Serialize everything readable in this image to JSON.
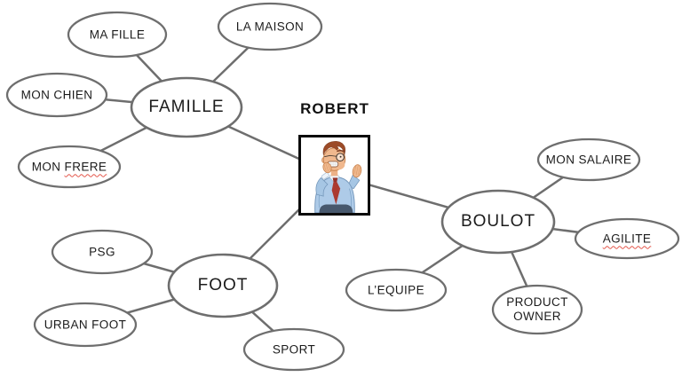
{
  "mindmap": {
    "root": {
      "label": "ROBERT",
      "image": "cartoon-businessman-thinking-icon"
    },
    "branches": [
      {
        "label": "FAMILLE",
        "children": [
          {
            "label": "MA FILLE"
          },
          {
            "label": "LA MAISON"
          },
          {
            "label": "MON CHIEN"
          },
          {
            "label": "MON FRERE",
            "prefix": "MON ",
            "flagged": "FRERE"
          }
        ]
      },
      {
        "label": "FOOT",
        "children": [
          {
            "label": "PSG"
          },
          {
            "label": "URBAN FOOT"
          },
          {
            "label": "SPORT"
          }
        ]
      },
      {
        "label": "BOULOT",
        "children": [
          {
            "label": "MON SALAIRE"
          },
          {
            "label": "AGILITE",
            "flagged": "AGILITE"
          },
          {
            "label": "L’EQUIPE"
          },
          {
            "label": "PRODUCT OWNER"
          }
        ]
      }
    ],
    "colors": {
      "edge": "#6e6e6e",
      "node_border": "#6e6e6e",
      "node_fill": "#ffffff",
      "text": "#1b1b1b",
      "spellcheck_squiggle": "#e4574b",
      "root_box_border": "#0a0a0a",
      "background": "#ffffff"
    }
  }
}
